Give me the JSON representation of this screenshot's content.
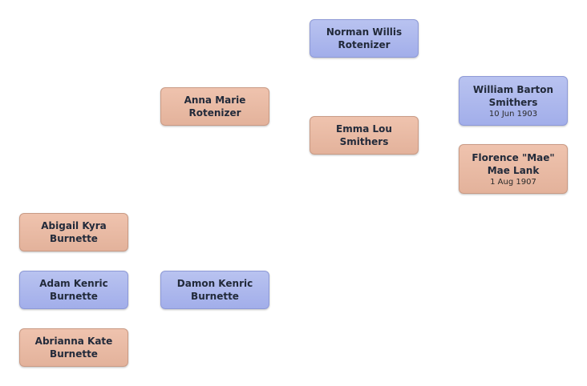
{
  "colors": {
    "male": "#a9b4ec",
    "female": "#e8b8a1"
  },
  "people": {
    "norman": {
      "first": "Norman Willis",
      "last": "Rotenizer",
      "gender": "male"
    },
    "anna": {
      "first": "Anna Marie",
      "last": "Rotenizer",
      "gender": "female"
    },
    "emma": {
      "first": "Emma Lou",
      "last": "Smithers",
      "gender": "female"
    },
    "william": {
      "first": "William Barton",
      "last": "Smithers",
      "date": "10 Jun 1903",
      "gender": "male"
    },
    "florence": {
      "first": "Florence \"Mae\"",
      "last": "Mae Lank",
      "date": "1 Aug 1907",
      "gender": "female"
    },
    "abigail": {
      "first": "Abigail Kyra",
      "last": "Burnette",
      "gender": "female"
    },
    "adam": {
      "first": "Adam Kenric",
      "last": "Burnette",
      "gender": "male"
    },
    "damon": {
      "first": "Damon Kenric",
      "last": "Burnette",
      "gender": "male"
    },
    "abrianna": {
      "first": "Abrianna Kate",
      "last": "Burnette",
      "gender": "female"
    }
  }
}
